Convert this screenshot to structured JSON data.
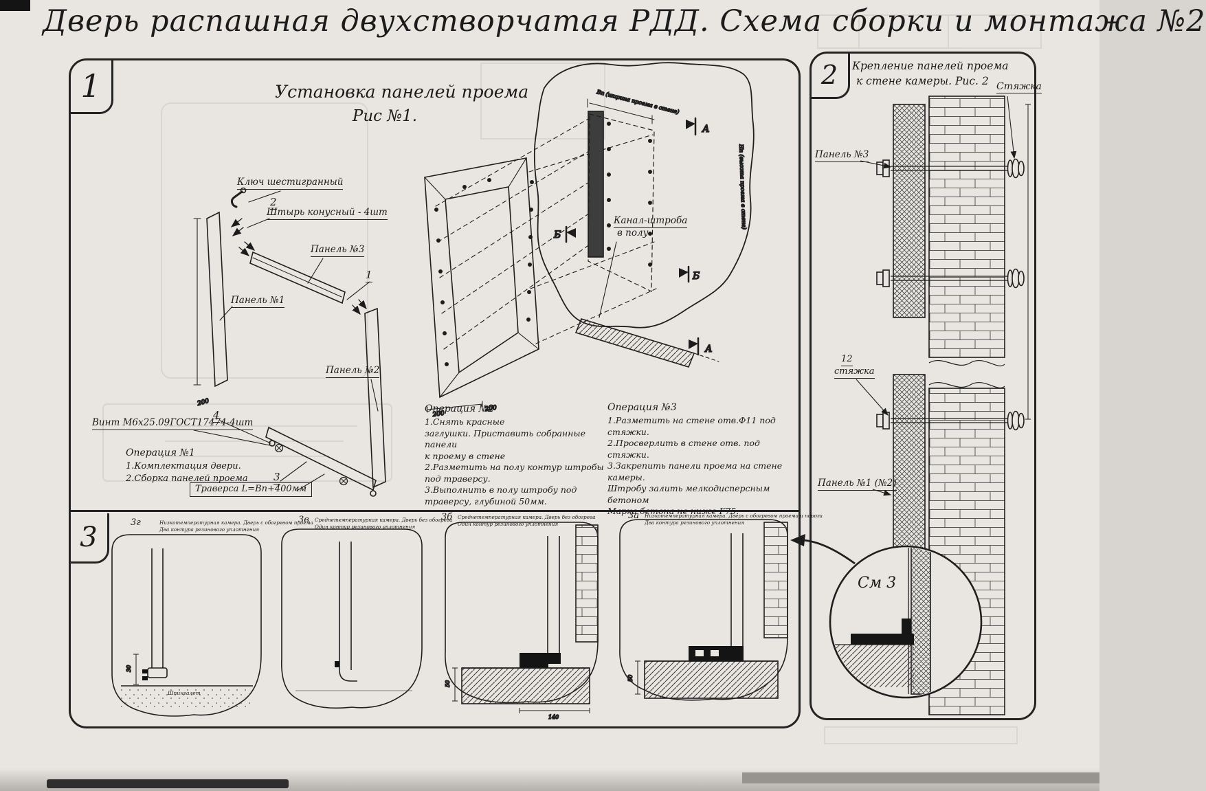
{
  "page": {
    "title": "Дверь распашная двухстворчатая РДД.  Схема сборки и монтажа №2"
  },
  "section1": {
    "number": "1",
    "heading1": "Установка панелей проема",
    "heading2": "Рис №1.",
    "labels": {
      "hex_key": "Ключ шестигранный",
      "pin": "Штырь конусный - 4шт",
      "panel3": "Панель №3",
      "panel1": "Панель №1",
      "panel2": "Панель №2",
      "screw": "Винт М6х25.09ГОСТ17474-4шт",
      "traverse": "Траверса  L=Bп+400мм",
      "channel_line1": "Канал-штроба",
      "channel_line2": "в полу",
      "callout1": "1",
      "callout2": "2",
      "callout3": "3",
      "callout4": "4",
      "marker_a": "А",
      "marker_b": "Б",
      "dim_200": "200",
      "dim_top": "Вп (ширина проема в стене)",
      "dim_right": "Нп (высота проема в стене)"
    },
    "op1": {
      "title": "Операция №1",
      "lines": [
        "1.Комплектация двери.",
        "2.Сборка панелей проема"
      ]
    },
    "op2": {
      "title": "Операция №2",
      "lines": [
        "1.Снять красные",
        "заглушки. Приставить собранные панели",
        "к проему в стене",
        "2.Разметить на полу контур штробы",
        "под траверсу.",
        "3.Выполнить в полу штробу под",
        "траверсу, глубиной 50мм."
      ]
    },
    "op3": {
      "title": "Операция №3",
      "lines": [
        "1.Разметить на стене отв.Ф11 под",
        "стяжки.",
        "2.Просверлить в стене отв.  под",
        "стяжки.",
        "3.Закрепить панели проема на стене камеры.",
        "Штробу залить мелкодисперсным бетоном",
        "Марка бетона не ниже   F75."
      ]
    }
  },
  "section2": {
    "number": "2",
    "heading1": "Крепление панелей проема",
    "heading2": "к стене камеры. Рис. 2",
    "labels": {
      "tie_top": "Стяжка",
      "panel3": "Панель №3",
      "item_no": "12",
      "tie_mid": "стяжка",
      "panel1": "Панель №1 (№2)",
      "see3": "См 3"
    }
  },
  "section3": {
    "number": "3",
    "details": [
      {
        "id": "3г",
        "caption1": "Низкотемпературная камера. Дверь с обогревом проема",
        "caption2": "Два контура резинового уплотнения",
        "note": "Шпингалет",
        "dim": "30"
      },
      {
        "id": "3в",
        "caption1": "Среднетемпературная камера. Дверь без обогрева",
        "caption2": "Один контур резинового уплотнения"
      },
      {
        "id": "3б",
        "caption1": "Среднетемпературная камера. Дверь без обогрева",
        "caption2": "Один контур резинового уплотнения",
        "dim": "50",
        "dim2": "140"
      },
      {
        "id": "3а",
        "caption1": "Низкотемпературная камера. Дверь с обогревом проема и порога",
        "caption2": "Два контура резинового уплотнения",
        "dim": "50"
      }
    ]
  }
}
